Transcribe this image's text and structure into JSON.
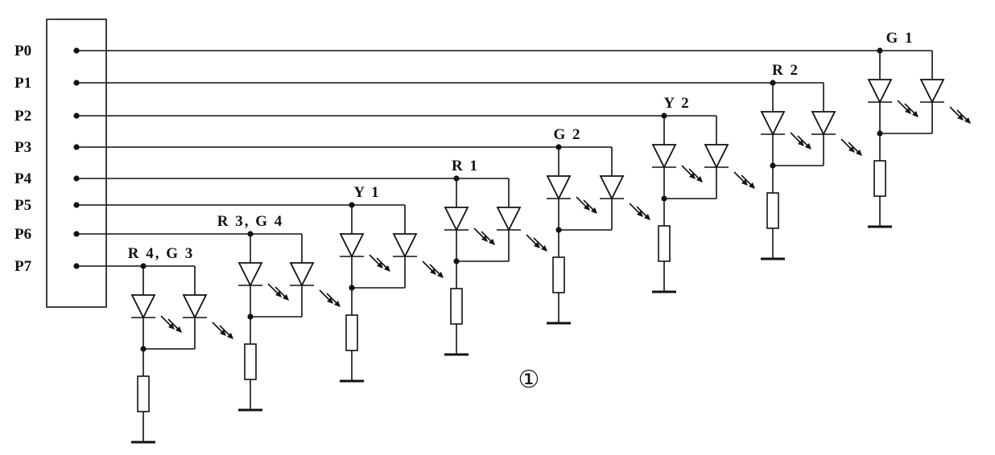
{
  "colors": {
    "ink": "#111111",
    "paper": "#ffffff"
  },
  "diagram": {
    "pins": [
      "P0",
      "P1",
      "P2",
      "P3",
      "P4",
      "P5",
      "P6",
      "P7"
    ],
    "led_groups": [
      {
        "pin": "P0",
        "label": "G 1"
      },
      {
        "pin": "P1",
        "label": "R 2"
      },
      {
        "pin": "P2",
        "label": "Y 2"
      },
      {
        "pin": "P3",
        "label": "G 2"
      },
      {
        "pin": "P4",
        "label": "R 1"
      },
      {
        "pin": "P5",
        "label": "Y 1"
      },
      {
        "pin": "P6",
        "label": "R 3, G 4"
      },
      {
        "pin": "P7",
        "label": "R 4, G 3"
      }
    ],
    "figure_label": "①"
  }
}
